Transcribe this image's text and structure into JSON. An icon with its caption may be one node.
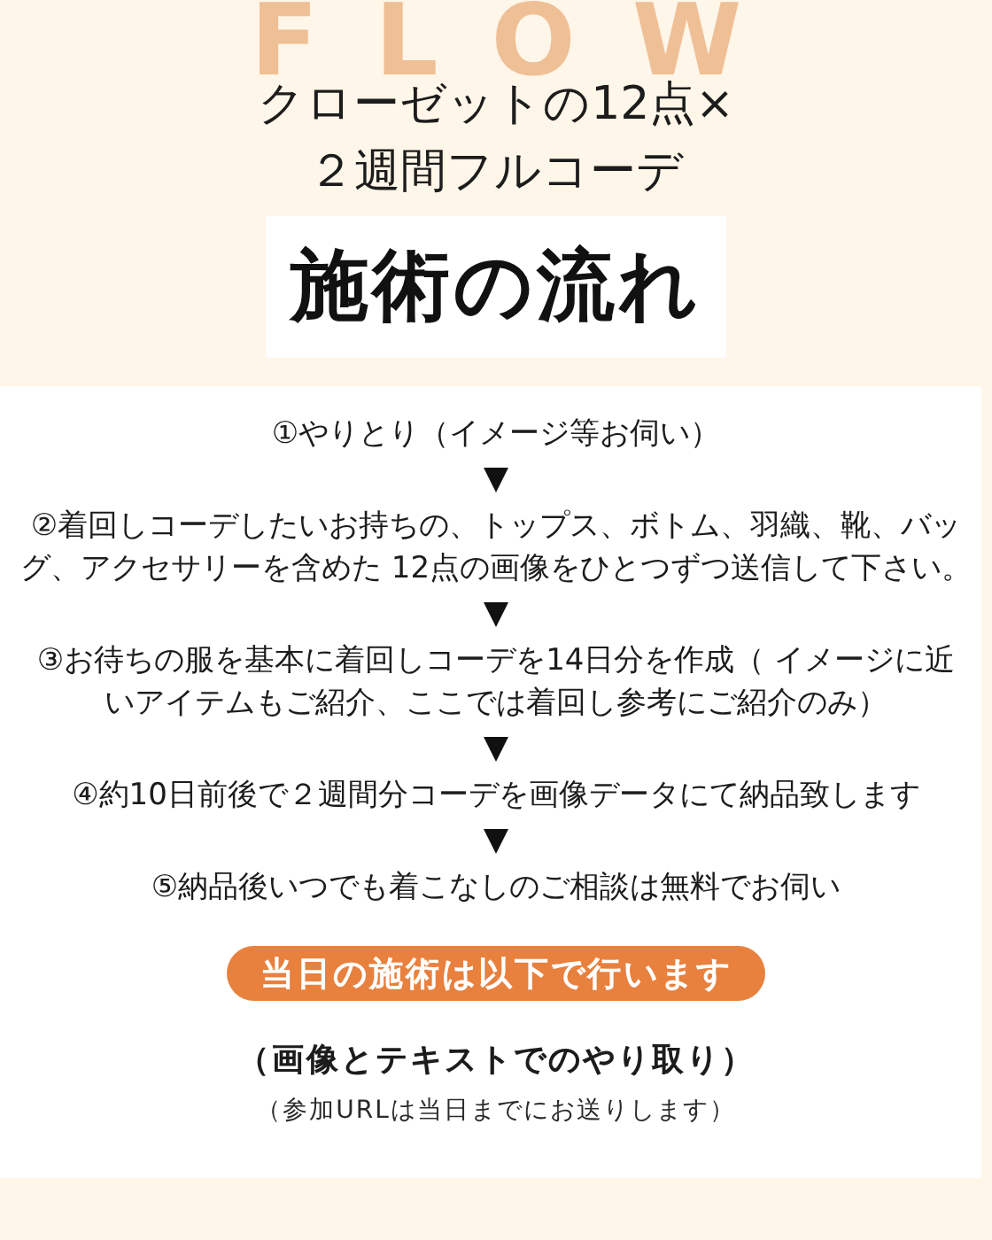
{
  "diagram": {
    "title": "クローゼットの12点×２週間フルコーデ",
    "nodes": [
      {
        "text": [
          "施術の流れ"
        ]
      },
      {
        "text": [
          "①やりとり（イメージ等お伺い）"
        ]
      },
      {
        "text": [
          "②着回しコーデしたいお持ちの、トップス、ボトム、羽織、靴、バッグ、アクセサリーを含めた 12点の画像をひとつずつ送信して下さい。"
        ]
      },
      {
        "text": [
          "③お待ちの服を基本に着回しコーデを14日分を作成（ イメージに近いアイテムもご紹介、ここでは着回し参考にご紹介のみ）"
        ]
      },
      {
        "text": [
          "④約10日前後で２週間分コーデを画像データにて納品致します"
        ]
      },
      {
        "text": [
          "⑤納品後いつでも着こなしのご相談は無料でお伺い"
        ]
      },
      {
        "text": [
          "当日の施術は以下で行います"
        ]
      }
    ],
    "edges": [
      {
        "from": 1,
        "to": 2,
        "arrow": "to"
      },
      {
        "from": 2,
        "to": 3,
        "arrow": "to"
      },
      {
        "from": 3,
        "to": 4,
        "arrow": "to"
      },
      {
        "from": 4,
        "to": 5,
        "arrow": "to"
      }
    ],
    "labels": [
      "FLOW",
      "（画像とテキストでのやり取り）",
      "（参加URLは当日までにお送りします）"
    ]
  }
}
